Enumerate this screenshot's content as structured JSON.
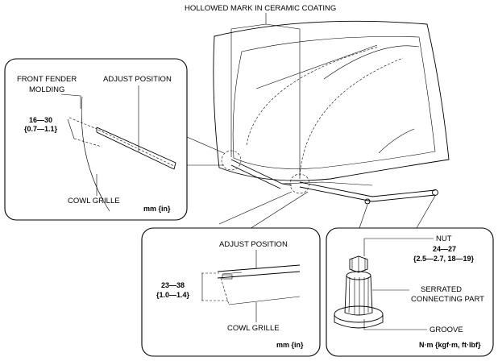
{
  "top_label": "HOLLOWED MARK IN CERAMIC COATING",
  "panel_left": {
    "label_fender": "FRONT FENDER",
    "label_molding": "MOLDING",
    "label_adjust": "ADJUST POSITION",
    "dim_value": "16—30",
    "dim_inch": "{0.7—1.1}",
    "label_cowl": "COWL GRILLE",
    "unit": "mm {in}"
  },
  "panel_center": {
    "label_adjust": "ADJUST POSITION",
    "dim_value": "23—38",
    "dim_inch": "{1.0—1.4}",
    "label_cowl": "COWL GRILLE",
    "unit": "mm {in}"
  },
  "panel_right": {
    "label_nut": "NUT",
    "torque_nm": "24—27",
    "torque_alt": "{2.5—2.7, 18—19}",
    "label_serrated_1": "SERRATED",
    "label_serrated_2": "CONNECTING PART",
    "label_groove": "GROOVE",
    "unit": "N·m {kgf·m, ft·lbf}"
  }
}
